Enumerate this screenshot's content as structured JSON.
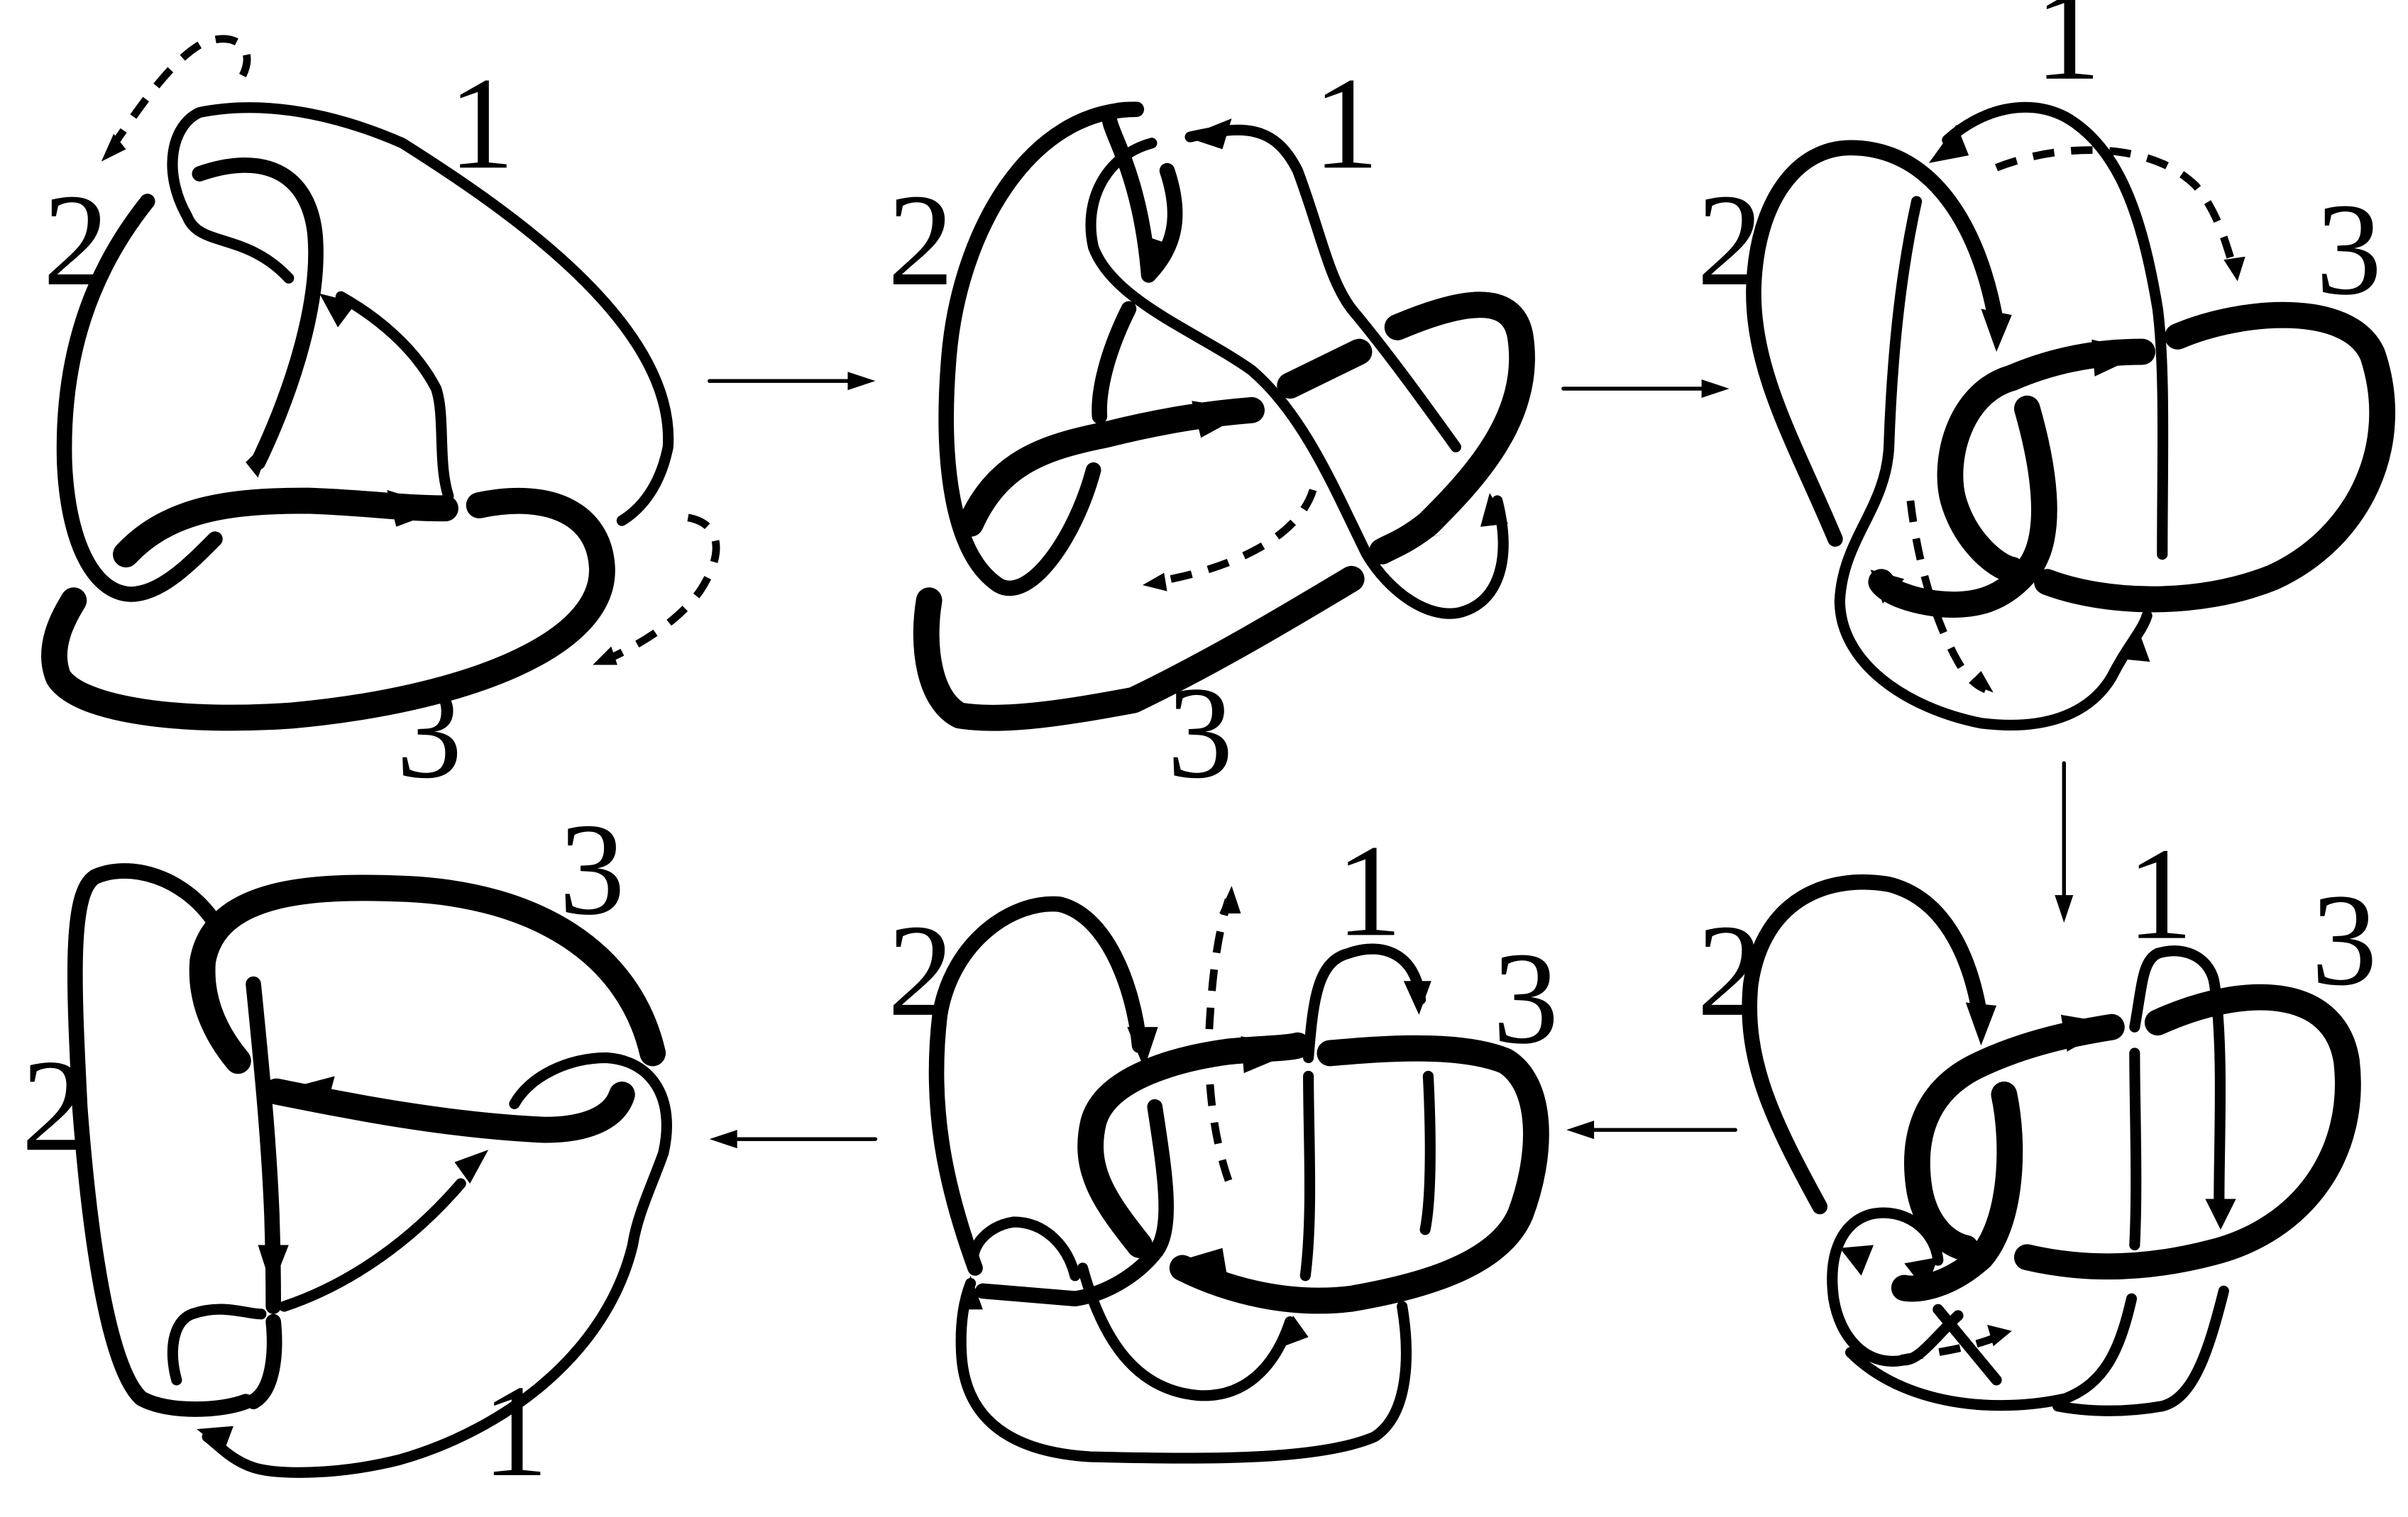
{
  "diagram": {
    "panels": [
      {
        "id": "top-left",
        "labels": [
          "1",
          "2",
          "3"
        ]
      },
      {
        "id": "top-middle",
        "labels": [
          "1",
          "2",
          "3"
        ]
      },
      {
        "id": "top-right",
        "labels": [
          "1",
          "2",
          "3"
        ]
      },
      {
        "id": "bottom-right",
        "labels": [
          "1",
          "2",
          "3"
        ]
      },
      {
        "id": "bottom-middle",
        "labels": [
          "1",
          "2",
          "3"
        ]
      },
      {
        "id": "bottom-left",
        "labels": [
          "1",
          "2",
          "3"
        ]
      }
    ],
    "transitions": [
      {
        "from": "top-left",
        "to": "top-middle",
        "direction": "right"
      },
      {
        "from": "top-middle",
        "to": "top-right",
        "direction": "right"
      },
      {
        "from": "top-right",
        "to": "bottom-right",
        "direction": "down"
      },
      {
        "from": "bottom-right",
        "to": "bottom-middle",
        "direction": "left"
      },
      {
        "from": "bottom-middle",
        "to": "bottom-left",
        "direction": "left"
      }
    ]
  }
}
